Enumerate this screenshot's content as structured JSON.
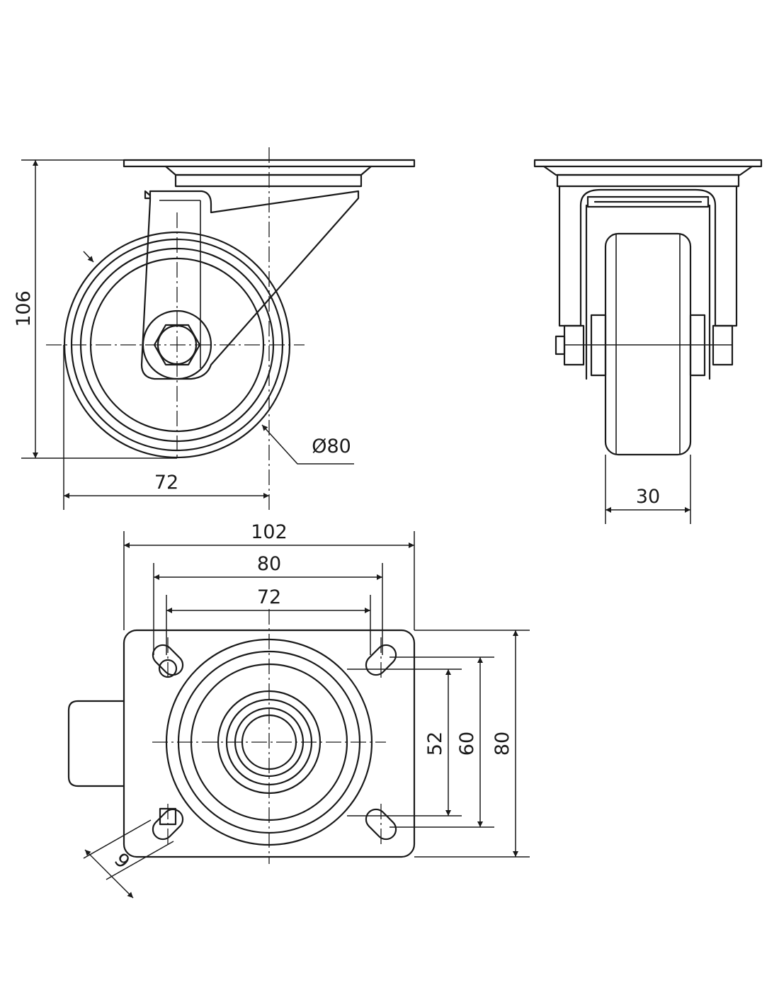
{
  "dimensions": {
    "side_view": {
      "total_height": "106",
      "wheel_diameter": "Ø80",
      "offset": "72"
    },
    "front_view": {
      "wheel_width": "30"
    },
    "top_view": {
      "plate_length": "102",
      "hole_spacing_outer": "80",
      "hole_spacing_inner": "72",
      "hole_spacing_short_inner": "52",
      "hole_spacing_short_outer": "60",
      "plate_width": "80",
      "hole_slot": "9"
    }
  }
}
